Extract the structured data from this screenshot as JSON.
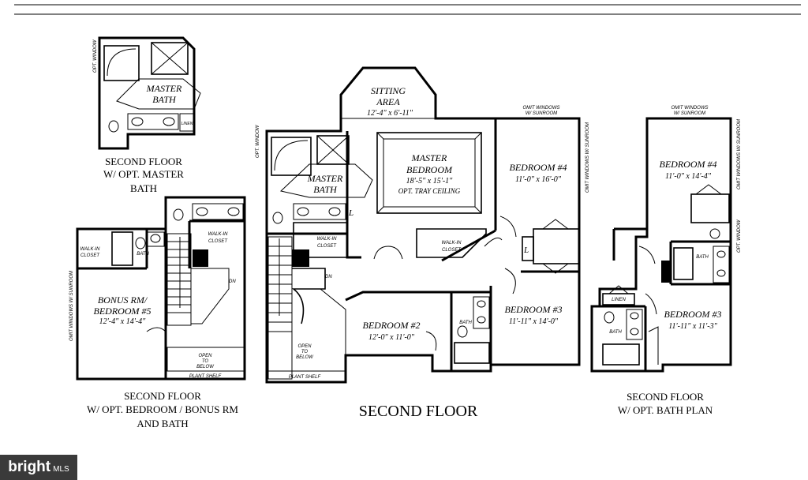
{
  "captions": {
    "main": "SECOND FLOOR",
    "master_bath": [
      "SECOND FLOOR",
      "W/ OPT. MASTER",
      "BATH"
    ],
    "bonus": [
      "SECOND FLOOR",
      "W/ OPT. BEDROOM / BONUS RM",
      "AND BATH"
    ],
    "bath_plan": [
      "SECOND FLOOR",
      "W/ OPT. BATH PLAN"
    ]
  },
  "rooms": {
    "sitting_name": [
      "SITTING",
      "AREA"
    ],
    "sitting_dim": "12'-4\" x 6'-11\"",
    "master_bed_name": [
      "MASTER",
      "BEDROOM"
    ],
    "master_bed_dim": "18'-5\" x 15'-1\"",
    "tray": "OPT. TRAY CEILING",
    "master_bath": [
      "MASTER",
      "BATH"
    ],
    "bed4": "BEDROOM #4",
    "bed4_dim": "11'-0\" x 16'-0\"",
    "bed3": "BEDROOM #3",
    "bed3_dim": "11'-11\" x 14'-0\"",
    "bed2": "BEDROOM #2",
    "bed2_dim": "12'-0\" x 11'-0\"",
    "bonus_name": [
      "BONUS RM/",
      "BEDROOM #5"
    ],
    "bonus_dim": "12'-4\" x 14'-4\"",
    "alt_bed4_dim": "11'-0\" x 14'-4\"",
    "alt_bed3_dim": "11'-11\" x 11'-3\""
  },
  "notes": {
    "walkin": [
      "WALK-IN",
      "CLOSET"
    ],
    "bath": "BATH",
    "linen": "LINEN",
    "open_below": [
      "OPEN",
      "TO",
      "BELOW"
    ],
    "plant_shelf": "PLANT SHELF",
    "dn": "DN",
    "omit_windows": [
      "OMIT WINDOWS",
      "W/ SUNROOM"
    ],
    "omit_windows_v": "OMIT WINDOWS W/ SUNROOM",
    "opt_window": "OPT. WINDOW",
    "l": "L"
  },
  "watermark": {
    "brand": "bright",
    "suffix": "MLS"
  }
}
